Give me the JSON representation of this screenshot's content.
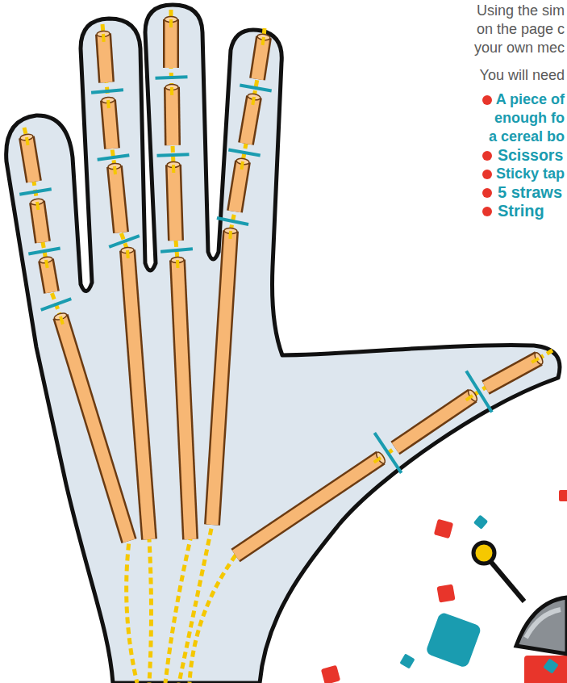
{
  "diagram": {
    "labels": [
      "Using the sim",
      "on the page c",
      "your own mec",
      "You will need",
      "A piece of",
      "enough fo",
      "a cereal bo",
      "Scissors",
      "Sticky tap",
      "5 straws",
      "String"
    ]
  }
}
